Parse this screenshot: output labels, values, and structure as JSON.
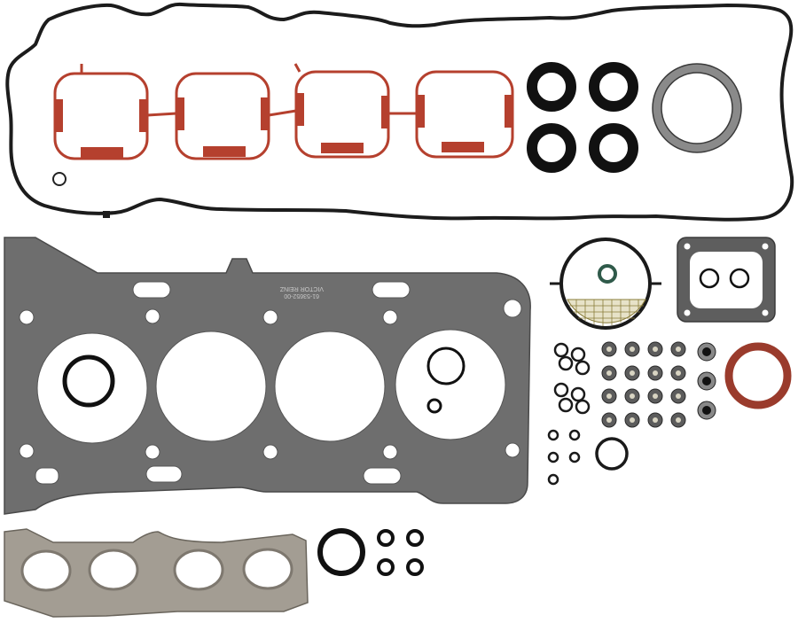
{
  "image": {
    "subject": "Engine full gasket set",
    "background": "#ffffff"
  },
  "head_gasket": {
    "brand_text": "VICTOR REINZ",
    "part_number_text": "61-53652-00",
    "color": "#6e6e6e",
    "cylinders": 4
  },
  "components": [
    {
      "name": "valve-cover-gasket",
      "color": "#1a1a1a"
    },
    {
      "name": "intake-manifold-gasket",
      "count": 4,
      "color": "#b5402e"
    },
    {
      "name": "spark-plug-tube-seal",
      "count": 4,
      "color": "#111111"
    },
    {
      "name": "metal-ring-gasket",
      "color": "#8a8a8a"
    },
    {
      "name": "cylinder-head-gasket",
      "color": "#6e6e6e"
    },
    {
      "name": "exhaust-manifold-gasket",
      "color": "#a39d93"
    },
    {
      "name": "oil-filter-housing-gasket-with-screen",
      "color": "#1a1a1a"
    },
    {
      "name": "square-flange-gasket",
      "color": "#5a5a5a"
    },
    {
      "name": "valve-stem-seal",
      "count": 16,
      "color": "#6a6a6a"
    },
    {
      "name": "camshaft-seal",
      "count": 3,
      "color": "#222222"
    },
    {
      "name": "crankshaft-seal",
      "color": "#9a3b2c"
    },
    {
      "name": "o-ring",
      "count": 11,
      "color": "#1a1a1a"
    }
  ]
}
